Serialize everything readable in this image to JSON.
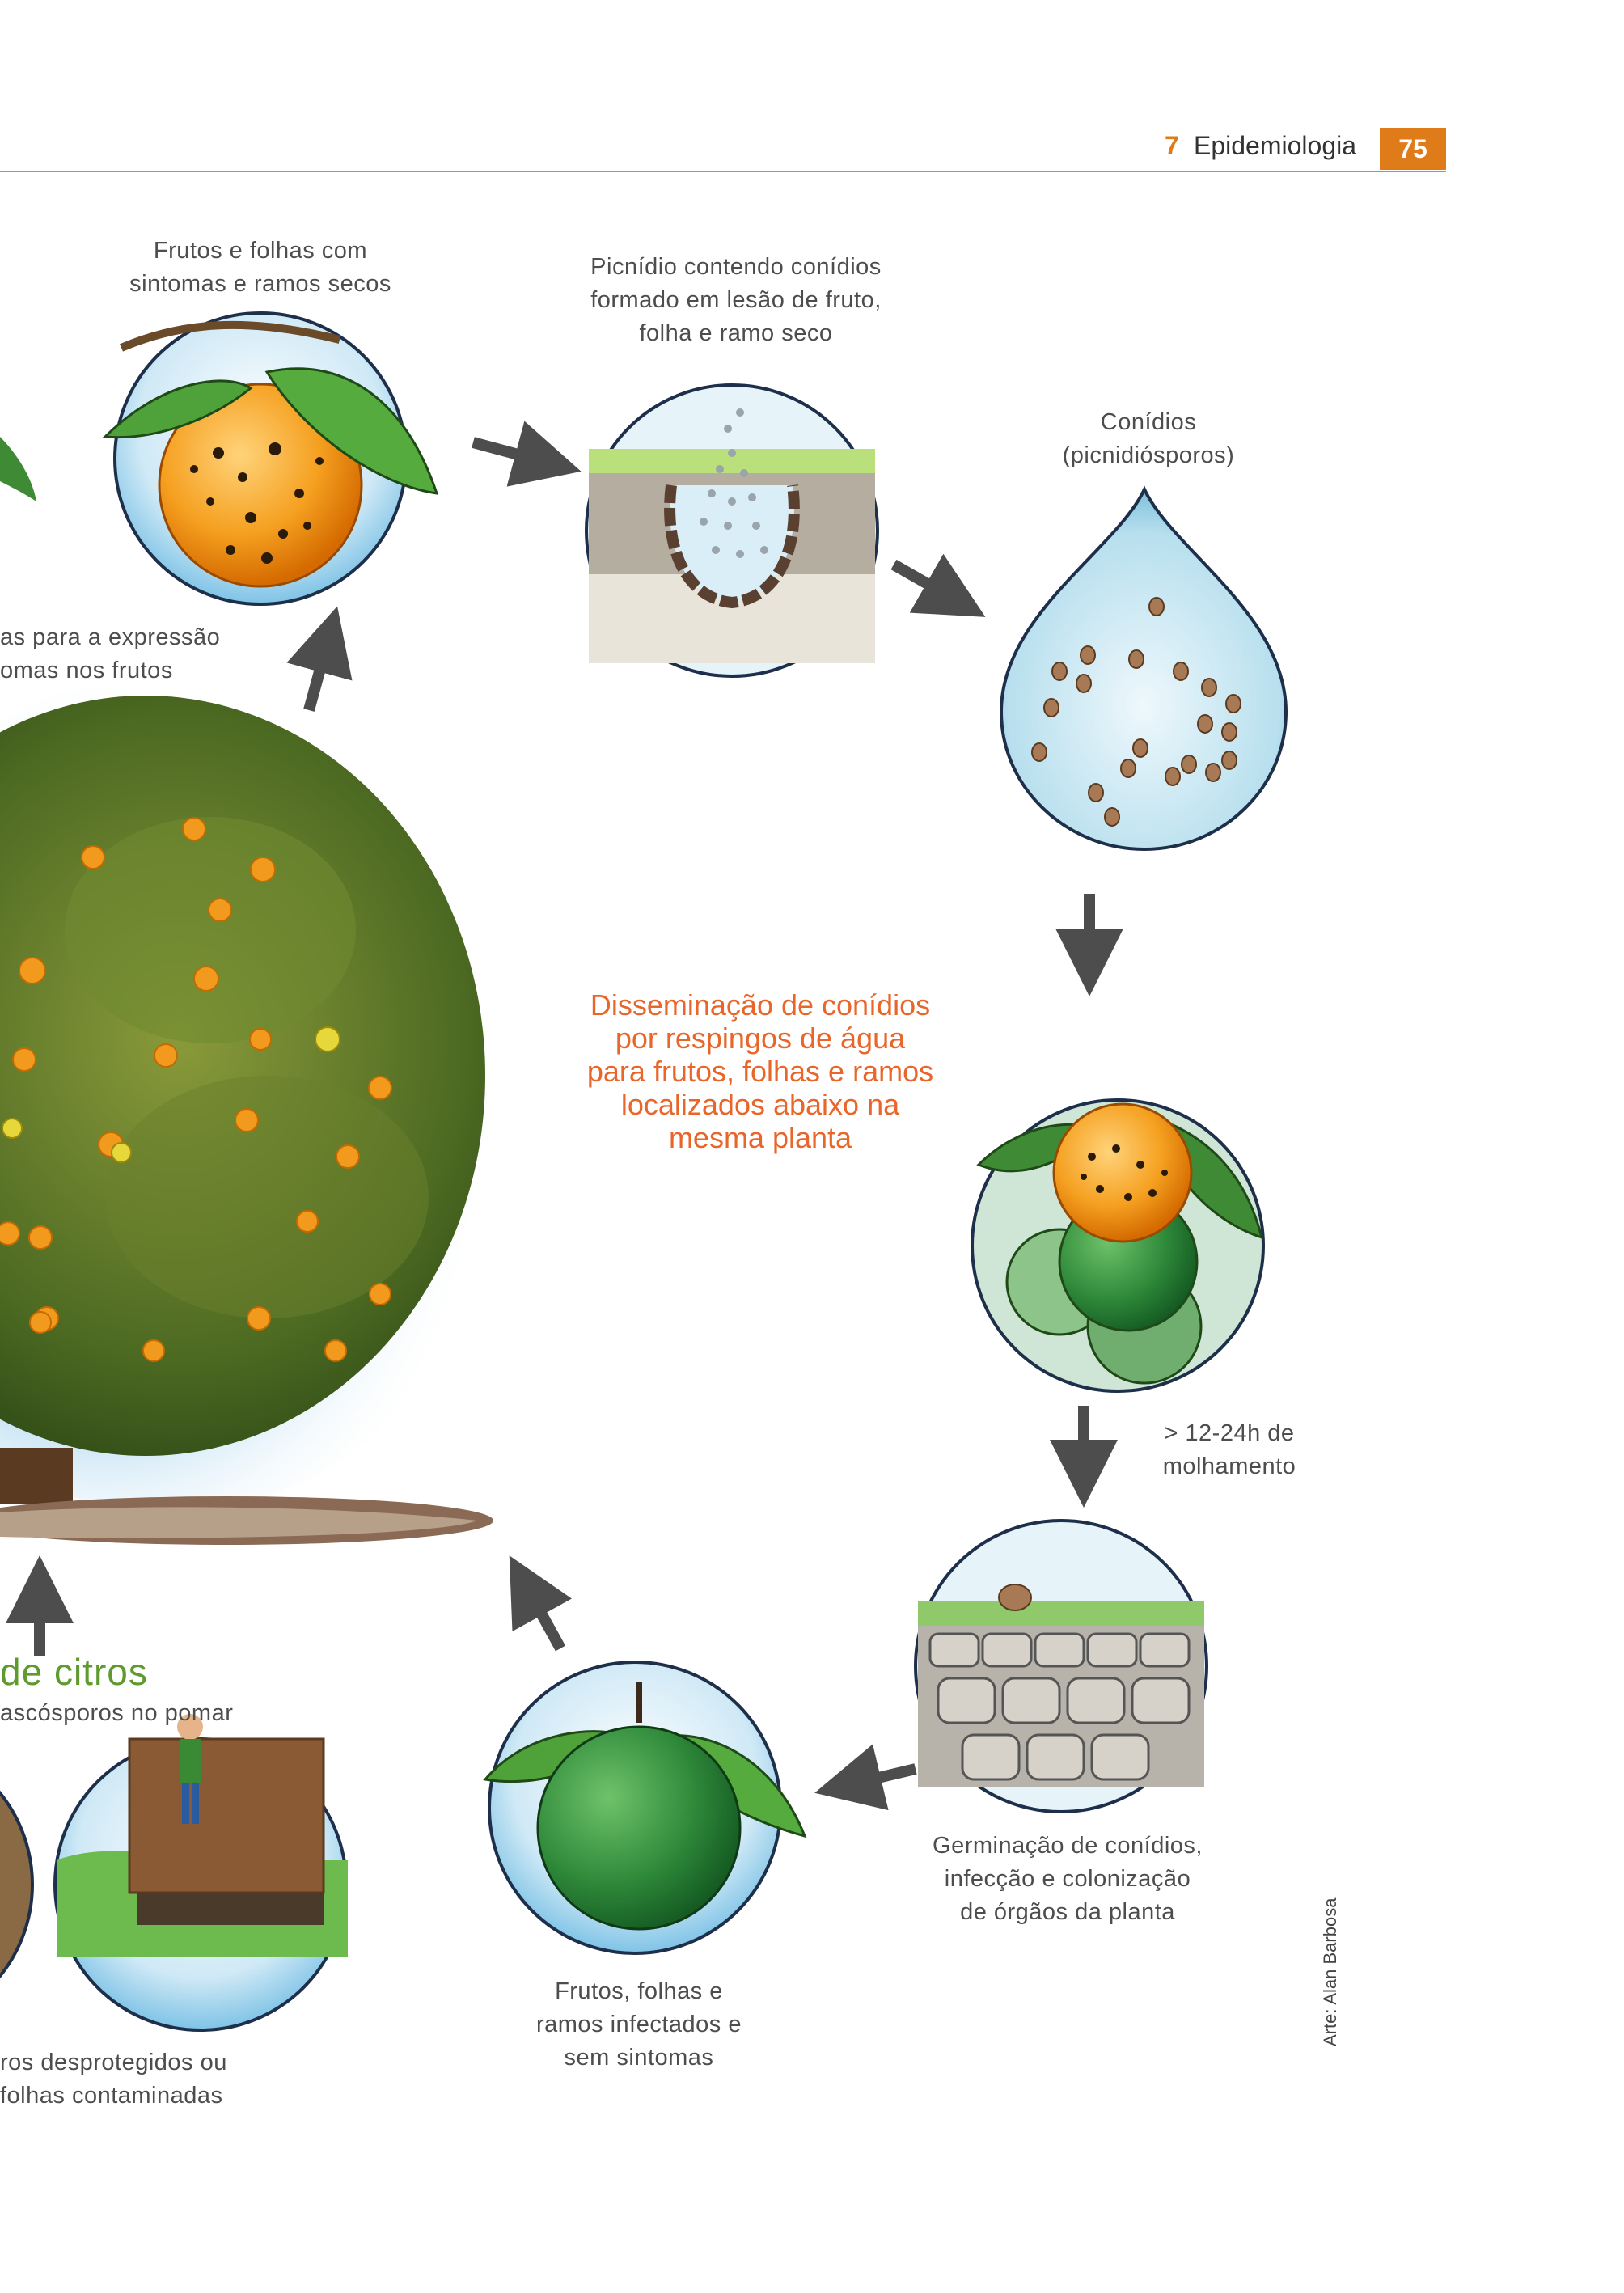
{
  "header": {
    "chapter_number": "7",
    "chapter_title": "Epidemiologia",
    "page_number": "75"
  },
  "captions": {
    "symptoms": [
      "Frutos e folhas com",
      "sintomas e ramos secos"
    ],
    "pycnidium": [
      "Picnídio contendo conídios",
      "formado em lesão de fruto,",
      "folha e ramo seco"
    ],
    "conidia": [
      "Conídios",
      "(picnidiósporos)"
    ],
    "conditions": [
      "as para a expressão",
      "omas nos frutos"
    ],
    "wetness": [
      "> 12-24h de",
      "molhamento"
    ],
    "germination": [
      "Germinação de conídios,",
      "infecção e colonização",
      "de órgãos da planta"
    ],
    "infected": [
      "Frutos, folhas e",
      "ramos infectados e",
      "sem sintomas"
    ],
    "ascospores": "ascósporos no pomar",
    "unprotected": [
      "ros desprotegidos ou",
      "folhas contaminadas"
    ]
  },
  "dissemination": [
    "Disseminação de conídios",
    "por respingos de água",
    "para frutos, folhas e ramos",
    "localizados abaixo na",
    "mesma planta"
  ],
  "cycle_title": "de citros",
  "credit": "Arte: Alan Barbosa",
  "colors": {
    "accent_orange": "#e07b1a",
    "caption_orange": "#e8662a",
    "title_green": "#5e9a2e",
    "arrow_gray": "#4d4d4d"
  }
}
